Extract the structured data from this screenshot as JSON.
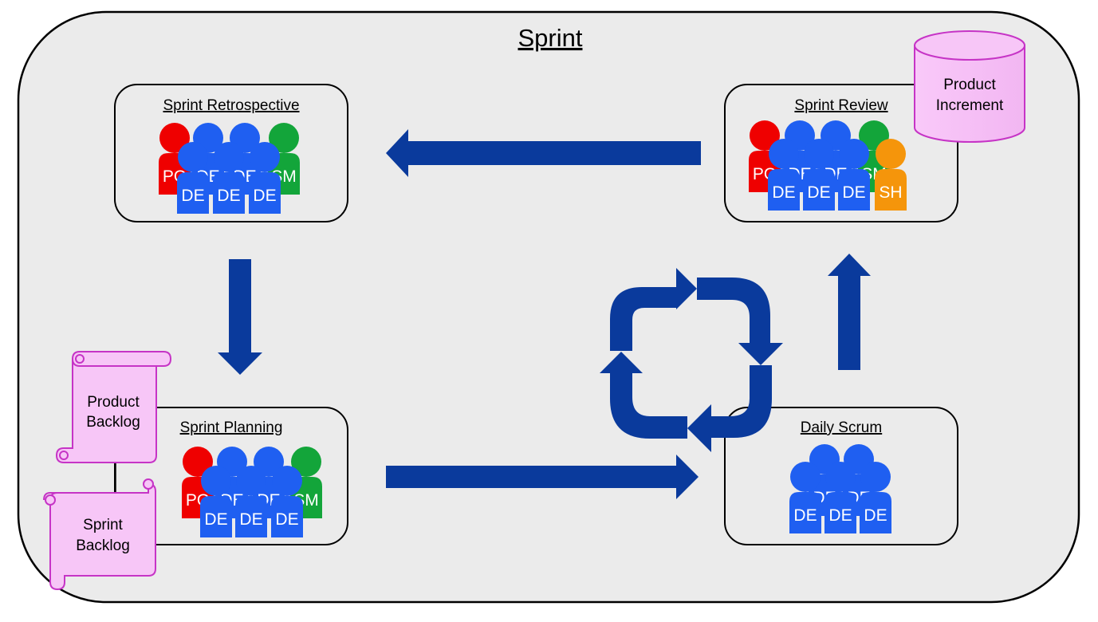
{
  "title": "Sprint",
  "colors": {
    "frame_fill": "#ebebeb",
    "arrow": "#0a3a9c",
    "document_fill": "#f7c6f7",
    "document_stroke": "#c634c6",
    "po": "#ef0000",
    "de": "#1f5ff1",
    "sm": "#13a53a",
    "sh": "#f5950b"
  },
  "events": {
    "retrospective": {
      "title": "Sprint Retrospective",
      "people_back": [
        {
          "role": "po",
          "label": "PO"
        },
        {
          "role": "de",
          "label": "DE"
        },
        {
          "role": "de",
          "label": "DE"
        },
        {
          "role": "sm",
          "label": "SM"
        }
      ],
      "people_front": [
        {
          "role": "de",
          "label": "DE"
        },
        {
          "role": "de",
          "label": "DE"
        },
        {
          "role": "de",
          "label": "DE"
        }
      ]
    },
    "review": {
      "title": "Sprint Review",
      "people_back": [
        {
          "role": "po",
          "label": "PO"
        },
        {
          "role": "de",
          "label": "DE"
        },
        {
          "role": "de",
          "label": "DE"
        },
        {
          "role": "sm",
          "label": "SM"
        }
      ],
      "people_front": [
        {
          "role": "de",
          "label": "DE"
        },
        {
          "role": "de",
          "label": "DE"
        },
        {
          "role": "de",
          "label": "DE"
        },
        {
          "role": "sh",
          "label": "SH"
        }
      ]
    },
    "planning": {
      "title": "Sprint Planning",
      "people_back": [
        {
          "role": "po",
          "label": "PO"
        },
        {
          "role": "de",
          "label": "DE"
        },
        {
          "role": "de",
          "label": "DE"
        },
        {
          "role": "sm",
          "label": "SM"
        }
      ],
      "people_front": [
        {
          "role": "de",
          "label": "DE"
        },
        {
          "role": "de",
          "label": "DE"
        },
        {
          "role": "de",
          "label": "DE"
        }
      ]
    },
    "daily": {
      "title": "Daily Scrum",
      "people_back": [
        {
          "role": "de",
          "label": "DE"
        },
        {
          "role": "de",
          "label": "DE"
        }
      ],
      "people_front": [
        {
          "role": "de",
          "label": "DE"
        },
        {
          "role": "de",
          "label": "DE"
        },
        {
          "role": "de",
          "label": "DE"
        }
      ]
    }
  },
  "artifacts": {
    "product_increment": {
      "line1": "Product",
      "line2": "Increment"
    },
    "product_backlog": {
      "line1": "Product",
      "line2": "Backlog"
    },
    "sprint_backlog": {
      "line1": "Sprint",
      "line2": "Backlog"
    }
  },
  "icons": {
    "flow_arrow": "block-arrow-icon",
    "daily_cycle": "cycle-arrows-icon",
    "person": "person-icon",
    "increment": "cylinder-icon",
    "backlog": "scroll-icon"
  }
}
